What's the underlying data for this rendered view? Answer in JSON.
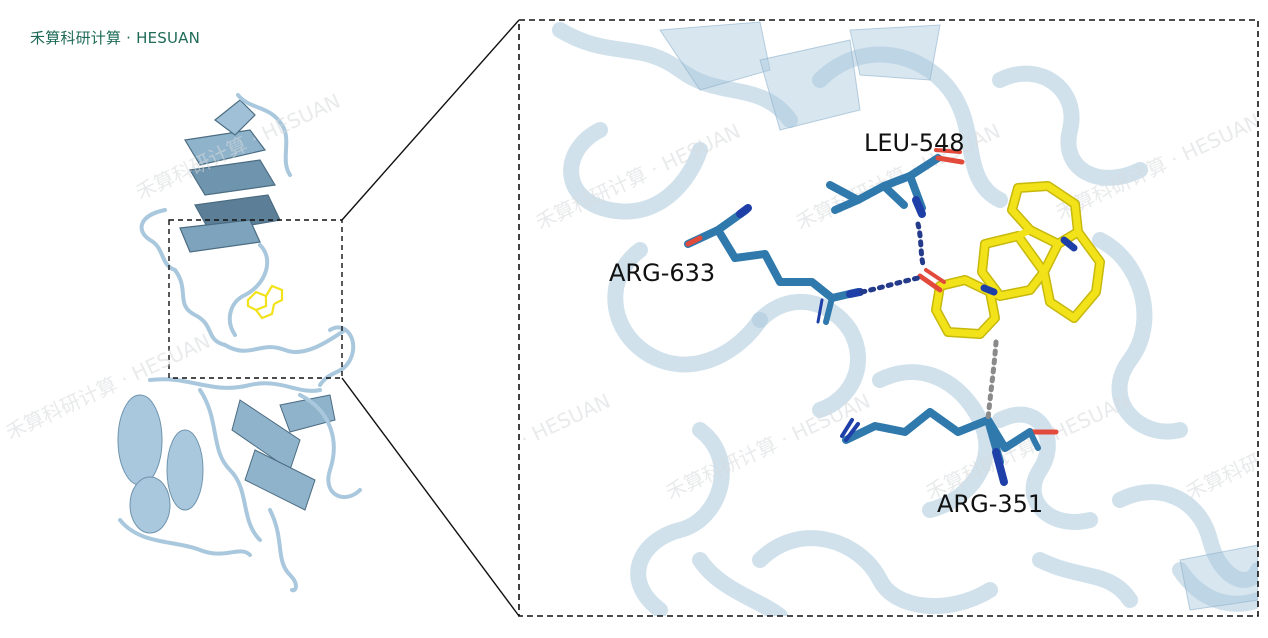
{
  "brand": {
    "text": "禾算科研计算 · HESUAN"
  },
  "watermark": {
    "text": "禾算科研计算 · HESUAN"
  },
  "labels": {
    "leu548": "LEU-548",
    "arg633": "ARG-633",
    "arg351": "ARG-351"
  },
  "colors": {
    "protein": "#a9c8dd",
    "protein_dark": "#4b6c82",
    "residue": "#2f79ad",
    "residue_dark": "#1f4d7a",
    "ligand": "#f2e219",
    "oxygen": "#e24a3b",
    "nitrogen": "#1f3fa8",
    "hbond": "#243a8a",
    "hydrophobic": "#8a8a8a",
    "brand": "#1f6b57"
  }
}
